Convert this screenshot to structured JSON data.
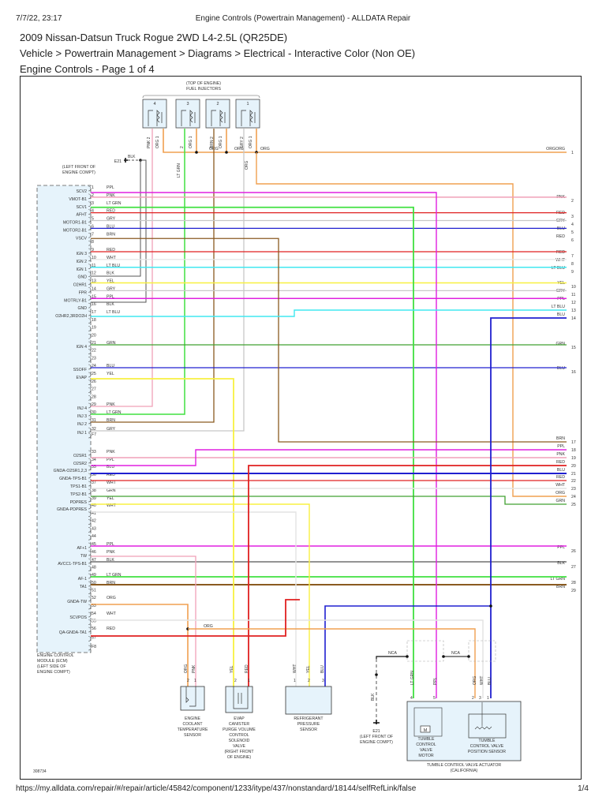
{
  "header": {
    "timestamp": "7/7/22, 23:17",
    "doc_title": "Engine Controls (Powertrain Management) - ALLDATA Repair"
  },
  "vehicle": "2009 Nissan-Datsun Truck Rogue 2WD L4-2.5L (QR25DE)",
  "breadcrumb": "Vehicle > Powertrain Management > Diagrams > Electrical - Interactive Color (Non OE)",
  "page_title": "Engine Controls - Page 1 of 4",
  "footer": {
    "url": "https://my.alldata.com/repair/#/repair/article/45842/component/1233/itype/437/nonstandard/18144/selfRefLink/false",
    "page": "1/4"
  },
  "diagram": {
    "figure_id": "308734",
    "colors": {
      "PPL": "#e020e0",
      "PNK": "#f0a0b8",
      "LT GRN": "#40e040",
      "RED": "#e02020",
      "GRY": "#c8c8c8",
      "BLU": "#2020d0",
      "BRN": "#8a5a20",
      "WHT": "#e4e4e4",
      "LT BLU": "#40e8f0",
      "BLK": "#555555",
      "YEL": "#f8f040",
      "GRN": "#40a030",
      "ORG": "#f0a050"
    },
    "injectors": {
      "label": "(TOP OF ENGINE)\nFUEL INJECTORS",
      "items": [
        {
          "num": "4",
          "pin2": "PNK 2",
          "pin1": "ORG 1"
        },
        {
          "num": "3",
          "pin2": "2",
          "pin1": "ORG 1"
        },
        {
          "num": "2",
          "pin2": "BRN 2",
          "pin1": "ORG 1"
        },
        {
          "num": "1",
          "pin2": "GRY 2",
          "pin1": "ORG 1"
        }
      ],
      "bus_labels": [
        "ORG",
        "ORG",
        "ORG",
        "ORG"
      ]
    },
    "ground_top": {
      "id": "E21",
      "wire": "BLK",
      "location": "(LEFT FRONT OF\nENGINE COMPT)"
    },
    "ecm": {
      "label": "ENGINE CONTROL\nMODULE (ECM)\n(LEFT SIDE OF\nENGINE COMPT)",
      "pins": [
        {
          "pin": "1",
          "name": "SCV2",
          "wire": "PPL"
        },
        {
          "pin": "2",
          "name": "VMOT-B1",
          "wire": "PNK"
        },
        {
          "pin": "3",
          "name": "SCV1",
          "wire": "LT GRN"
        },
        {
          "pin": "4",
          "name": "AFHT",
          "wire": "RED"
        },
        {
          "pin": "5",
          "name": "MOTOR1-B1",
          "wire": "GRY"
        },
        {
          "pin": "6",
          "name": "MOTOR2-B1",
          "wire": "BLU"
        },
        {
          "pin": "7",
          "name": "VSCV",
          "wire": "BRN"
        },
        {
          "pin": "8",
          "name": "",
          "wire": ""
        },
        {
          "pin": "9",
          "name": "IGN 3",
          "wire": "RED"
        },
        {
          "pin": "10",
          "name": "IGN 2",
          "wire": "WHT"
        },
        {
          "pin": "11",
          "name": "IGN 1",
          "wire": "LT BLU"
        },
        {
          "pin": "12",
          "name": "GND",
          "wire": "BLK"
        },
        {
          "pin": "13",
          "name": "O2HR1",
          "wire": "YEL"
        },
        {
          "pin": "14",
          "name": "FPR",
          "wire": "GRY"
        },
        {
          "pin": "15",
          "name": "MOTRLY-B1",
          "wire": "PPL"
        },
        {
          "pin": "16",
          "name": "GND",
          "wire": "BLK"
        },
        {
          "pin": "17",
          "name": "O2HR2,3RDO2H",
          "wire": "LT BLU"
        },
        {
          "pin": "18",
          "name": "",
          "wire": ""
        },
        {
          "pin": "19",
          "name": "",
          "wire": ""
        },
        {
          "pin": "20",
          "name": "",
          "wire": ""
        },
        {
          "pin": "21",
          "name": "IGN 4",
          "wire": "GRN"
        },
        {
          "pin": "22",
          "name": "",
          "wire": ""
        },
        {
          "pin": "23",
          "name": "",
          "wire": ""
        },
        {
          "pin": "24",
          "name": "SSOFF",
          "wire": "BLU"
        },
        {
          "pin": "25",
          "name": "EVAP",
          "wire": "YEL"
        },
        {
          "pin": "26",
          "name": "",
          "wire": ""
        },
        {
          "pin": "27",
          "name": "",
          "wire": ""
        },
        {
          "pin": "28",
          "name": "",
          "wire": ""
        },
        {
          "pin": "29",
          "name": "INJ 4",
          "wire": "PNK"
        },
        {
          "pin": "30",
          "name": "INJ 3",
          "wire": "LT GRN"
        },
        {
          "pin": "31",
          "name": "INJ 2",
          "wire": "BRN"
        },
        {
          "pin": "32",
          "name": "INJ 1",
          "wire": "GRY"
        },
        {
          "pin": "F7",
          "name": "",
          "wire": ""
        },
        {
          "pin": "33",
          "name": "O2SR1",
          "wire": "PNK"
        },
        {
          "pin": "34",
          "name": "O2SR2",
          "wire": "PPL"
        },
        {
          "pin": "35",
          "name": "GNDA-O2SR1,2,3",
          "wire": "BLU"
        },
        {
          "pin": "36",
          "name": "GNDA-TPS-B1",
          "wire": "RED"
        },
        {
          "pin": "37",
          "name": "TPS1-B1",
          "wire": "WHT"
        },
        {
          "pin": "38",
          "name": "TPS2-B1",
          "wire": "GRN"
        },
        {
          "pin": "39",
          "name": "PDPRES",
          "wire": "YEL"
        },
        {
          "pin": "40",
          "name": "GNDA-PDPRES",
          "wire": "WHT"
        },
        {
          "pin": "41",
          "name": "",
          "wire": ""
        },
        {
          "pin": "42",
          "name": "",
          "wire": ""
        },
        {
          "pin": "43",
          "name": "",
          "wire": ""
        },
        {
          "pin": "44",
          "name": "",
          "wire": ""
        },
        {
          "pin": "45",
          "name": "AF+1",
          "wire": "PPL"
        },
        {
          "pin": "46",
          "name": "TW",
          "wire": "PNK"
        },
        {
          "pin": "47",
          "name": "AVCC1-TPS-B1",
          "wire": "BLK"
        },
        {
          "pin": "48",
          "name": "",
          "wire": ""
        },
        {
          "pin": "49",
          "name": "AF-1",
          "wire": "LT GRN"
        },
        {
          "pin": "50",
          "name": "TA1",
          "wire": "BRN"
        },
        {
          "pin": "51",
          "name": "",
          "wire": ""
        },
        {
          "pin": "52",
          "name": "GNDA-TW",
          "wire": "ORG"
        },
        {
          "pin": "53",
          "name": "",
          "wire": ""
        },
        {
          "pin": "54",
          "name": "SCVPOS",
          "wire": "WHT"
        },
        {
          "pin": "55",
          "name": "",
          "wire": ""
        },
        {
          "pin": "56",
          "name": "QA-GNDA-TA1",
          "wire": "RED"
        },
        {
          "pin": "57",
          "name": "",
          "wire": ""
        },
        {
          "pin": "F8",
          "name": "",
          "wire": ""
        }
      ]
    },
    "right_refs": [
      {
        "ref": "1",
        "wire": "ORG"
      },
      {
        "ref": "2",
        "wire": "PNK"
      },
      {
        "ref": "3",
        "wire": "RED"
      },
      {
        "ref": "4",
        "wire": "GRY"
      },
      {
        "ref": "5",
        "wire": "BLU"
      },
      {
        "ref": "6",
        "wire": "RED"
      },
      {
        "ref": "7",
        "wire": "RED"
      },
      {
        "ref": "8",
        "wire": "WHT"
      },
      {
        "ref": "9",
        "wire": "LT BLU"
      },
      {
        "ref": "10",
        "wire": "YEL"
      },
      {
        "ref": "11",
        "wire": "GRY"
      },
      {
        "ref": "12",
        "wire": "PPL"
      },
      {
        "ref": "13",
        "wire": "LT BLU"
      },
      {
        "ref": "14",
        "wire": "BLU"
      },
      {
        "ref": "15",
        "wire": "GRN"
      },
      {
        "ref": "16",
        "wire": "BLU"
      },
      {
        "ref": "17",
        "wire": "BRN"
      },
      {
        "ref": "18",
        "wire": "PPL"
      },
      {
        "ref": "19",
        "wire": "PNK"
      },
      {
        "ref": "20",
        "wire": "RED"
      },
      {
        "ref": "21",
        "wire": "BLU"
      },
      {
        "ref": "22",
        "wire": "RED"
      },
      {
        "ref": "23",
        "wire": "WHT"
      },
      {
        "ref": "24",
        "wire": "ORG"
      },
      {
        "ref": "25",
        "wire": "GRN"
      },
      {
        "ref": "26",
        "wire": "PPL"
      },
      {
        "ref": "27",
        "wire": "BLK"
      },
      {
        "ref": "28",
        "wire": "LT GRN"
      },
      {
        "ref": "29",
        "wire": "BRN"
      }
    ],
    "mid_label_org": "ORG",
    "components": {
      "ect": {
        "label": "ENGINE\nCOOLANT\nTEMPERATURE\nSENSOR",
        "pins": [
          {
            "pin": "2",
            "wire": "ORG"
          },
          {
            "pin": "1",
            "wire": "PNK"
          }
        ]
      },
      "evap": {
        "label": "EVAP\nCANISTER\nPURGE VOLUME\nCONTROL\nSOLENOID\nVALVE\n(RIGHT FRONT\nOF ENGINE)",
        "pins": [
          {
            "pin": "2",
            "wire": "YEL"
          },
          {
            "pin": "1",
            "wire": "RED"
          }
        ]
      },
      "refrig": {
        "label": "REFRIGERANT\nPRESSURE\nSENSOR",
        "pins": [
          {
            "pin": "1",
            "wire": "WHT"
          },
          {
            "pin": "2",
            "wire": "YEL"
          },
          {
            "pin": "3",
            "wire": "BLU"
          }
        ]
      },
      "tcva": {
        "label": "TUMBLE CONTROL VALVE ACTUATOR\n(CALIFORNIA)",
        "motor_label": "TUMBLE\nCONTROL\nVALVE\nMOTOR",
        "motor_glyph": "M",
        "sensor_label": "TUMBLE\nCONTROL VALVE\nPOSITION SENSOR",
        "pins": [
          {
            "pin": "4",
            "wire": "LT GRN"
          },
          {
            "pin": "5",
            "wire": "PPL"
          },
          {
            "pin": "2",
            "wire": "ORG"
          },
          {
            "pin": "3",
            "wire": "WHT"
          },
          {
            "pin": "1",
            "wire": "BLU"
          }
        ]
      },
      "ground_bottom": {
        "id": "E21",
        "wire": "BLK",
        "location": "(LEFT FRONT OF\nENGINE COMPT)"
      },
      "nca_labels": [
        "NCA",
        "NCA"
      ]
    }
  }
}
